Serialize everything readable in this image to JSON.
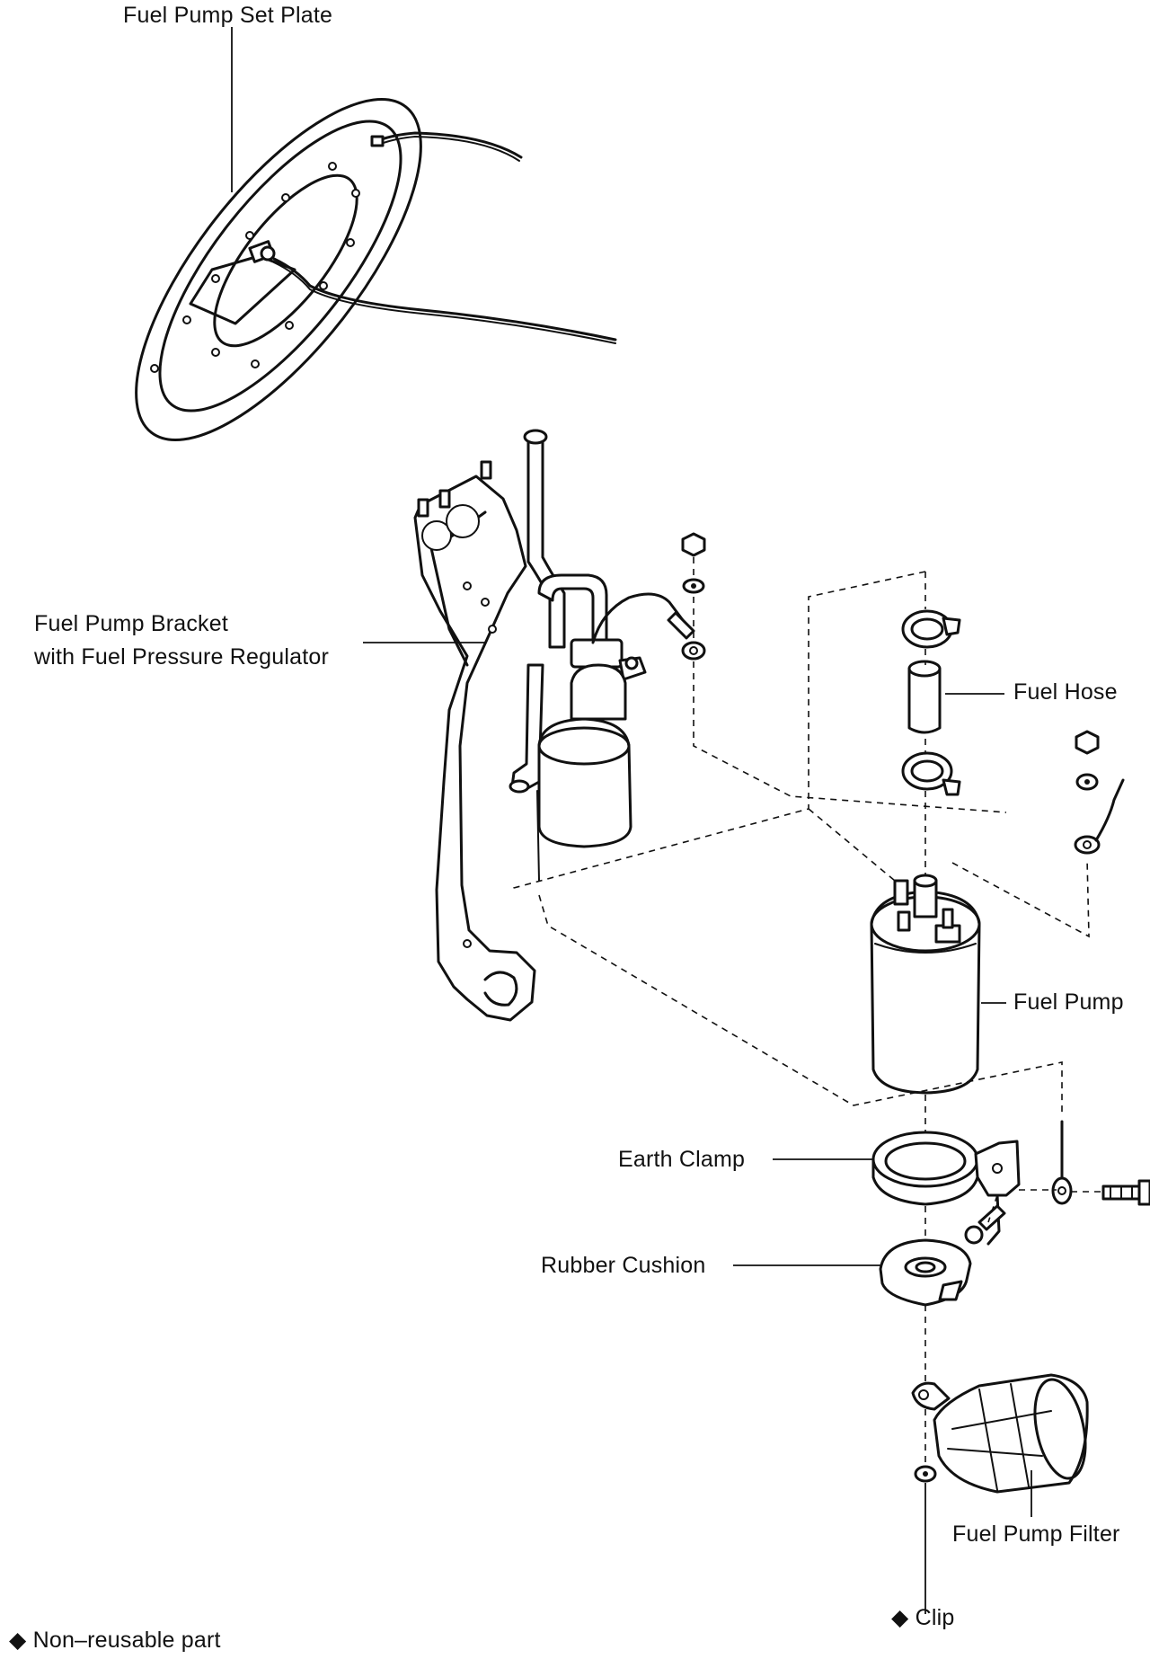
{
  "labels": {
    "set_plate": "Fuel Pump Set Plate",
    "bracket_line1": "Fuel Pump Bracket",
    "bracket_line2": "with Fuel Pressure Regulator",
    "fuel_hose": "Fuel Hose",
    "fuel_pump": "Fuel Pump",
    "earth_clamp": "Earth Clamp",
    "rubber_cushion": "Rubber Cushion",
    "filter": "Fuel Pump Filter",
    "clip": "Clip"
  },
  "legend": {
    "symbol": "◆",
    "text": "Non–reusable part"
  },
  "icons": {
    "non_reusable_marker": "diamond-icon"
  }
}
